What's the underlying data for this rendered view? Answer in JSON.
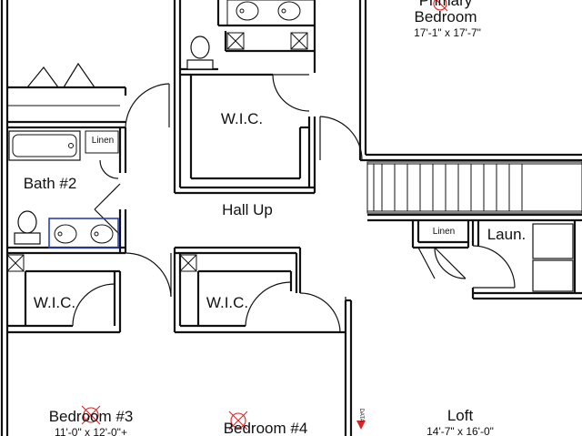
{
  "plan": {
    "rooms": {
      "primary_title_top": "Primary",
      "primary_title_bottom": "Bedroom",
      "primary_dims": "17'-1\" x 17'-7\"",
      "bath2": "Bath #2",
      "linen_top": "Linen",
      "linen_laundry": "Linen",
      "wic_top": "W.I.C.",
      "wic_left": "W.I.C.",
      "wic_mid": "W.I.C.",
      "hall": "Hall Up",
      "laundry": "Laun.",
      "bedroom3": "Bedroom #3",
      "bedroom3_dims": "11'-0\" x 12'-0\"+",
      "bedroom4": "Bedroom #4",
      "loft": "Loft",
      "loft_dims": "14'-7\" x 16'-0\"",
      "data_marker": "DATA"
    },
    "colors": {
      "wall": "#111111",
      "fixture_outline": "#2b3fb5",
      "marker": "#dd2222"
    }
  }
}
